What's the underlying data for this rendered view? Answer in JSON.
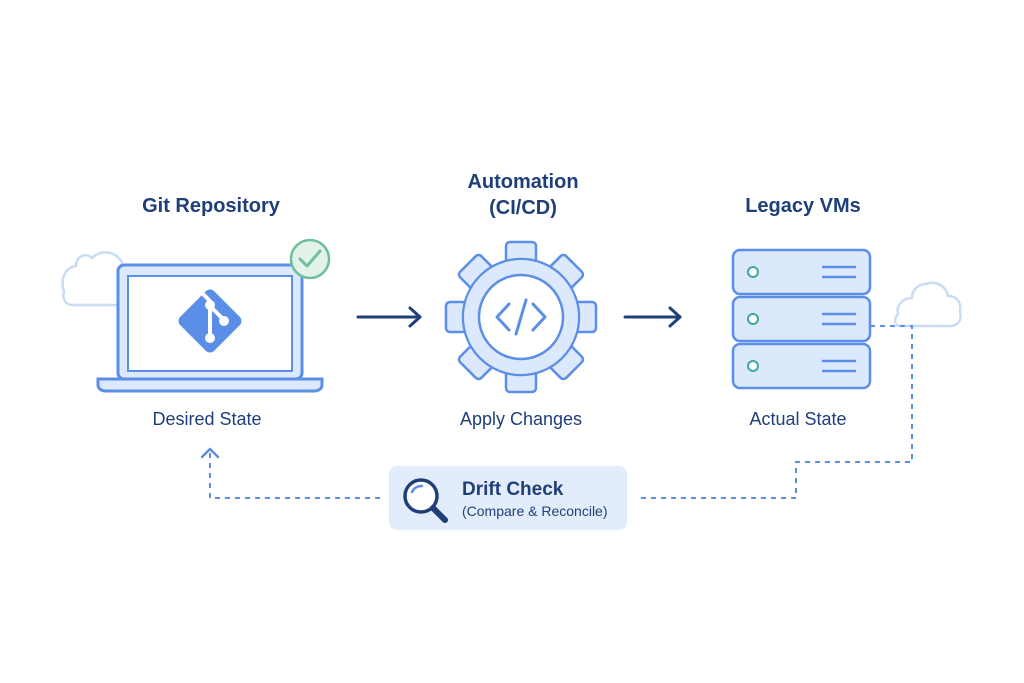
{
  "nodes": {
    "git": {
      "title": "Git Repository",
      "caption": "Desired State"
    },
    "automation": {
      "title_line1": "Automation",
      "title_line2": "(CI/CD)",
      "caption": "Apply Changes"
    },
    "vms": {
      "title": "Legacy VMs",
      "caption": "Actual State"
    }
  },
  "drift": {
    "title": "Drift Check",
    "subtitle": "(Compare & Reconcile)"
  },
  "icons": {
    "git": "git-logo-icon",
    "check": "check-circle-icon",
    "gear": "gear-code-icon",
    "server": "server-stack-icon",
    "search": "magnifier-icon",
    "cloud": "cloud-icon"
  },
  "colors": {
    "primary": "#1f3f7a",
    "accent": "#5b8ee6",
    "light": "#dce8fb",
    "check": "#6fbf9a"
  }
}
